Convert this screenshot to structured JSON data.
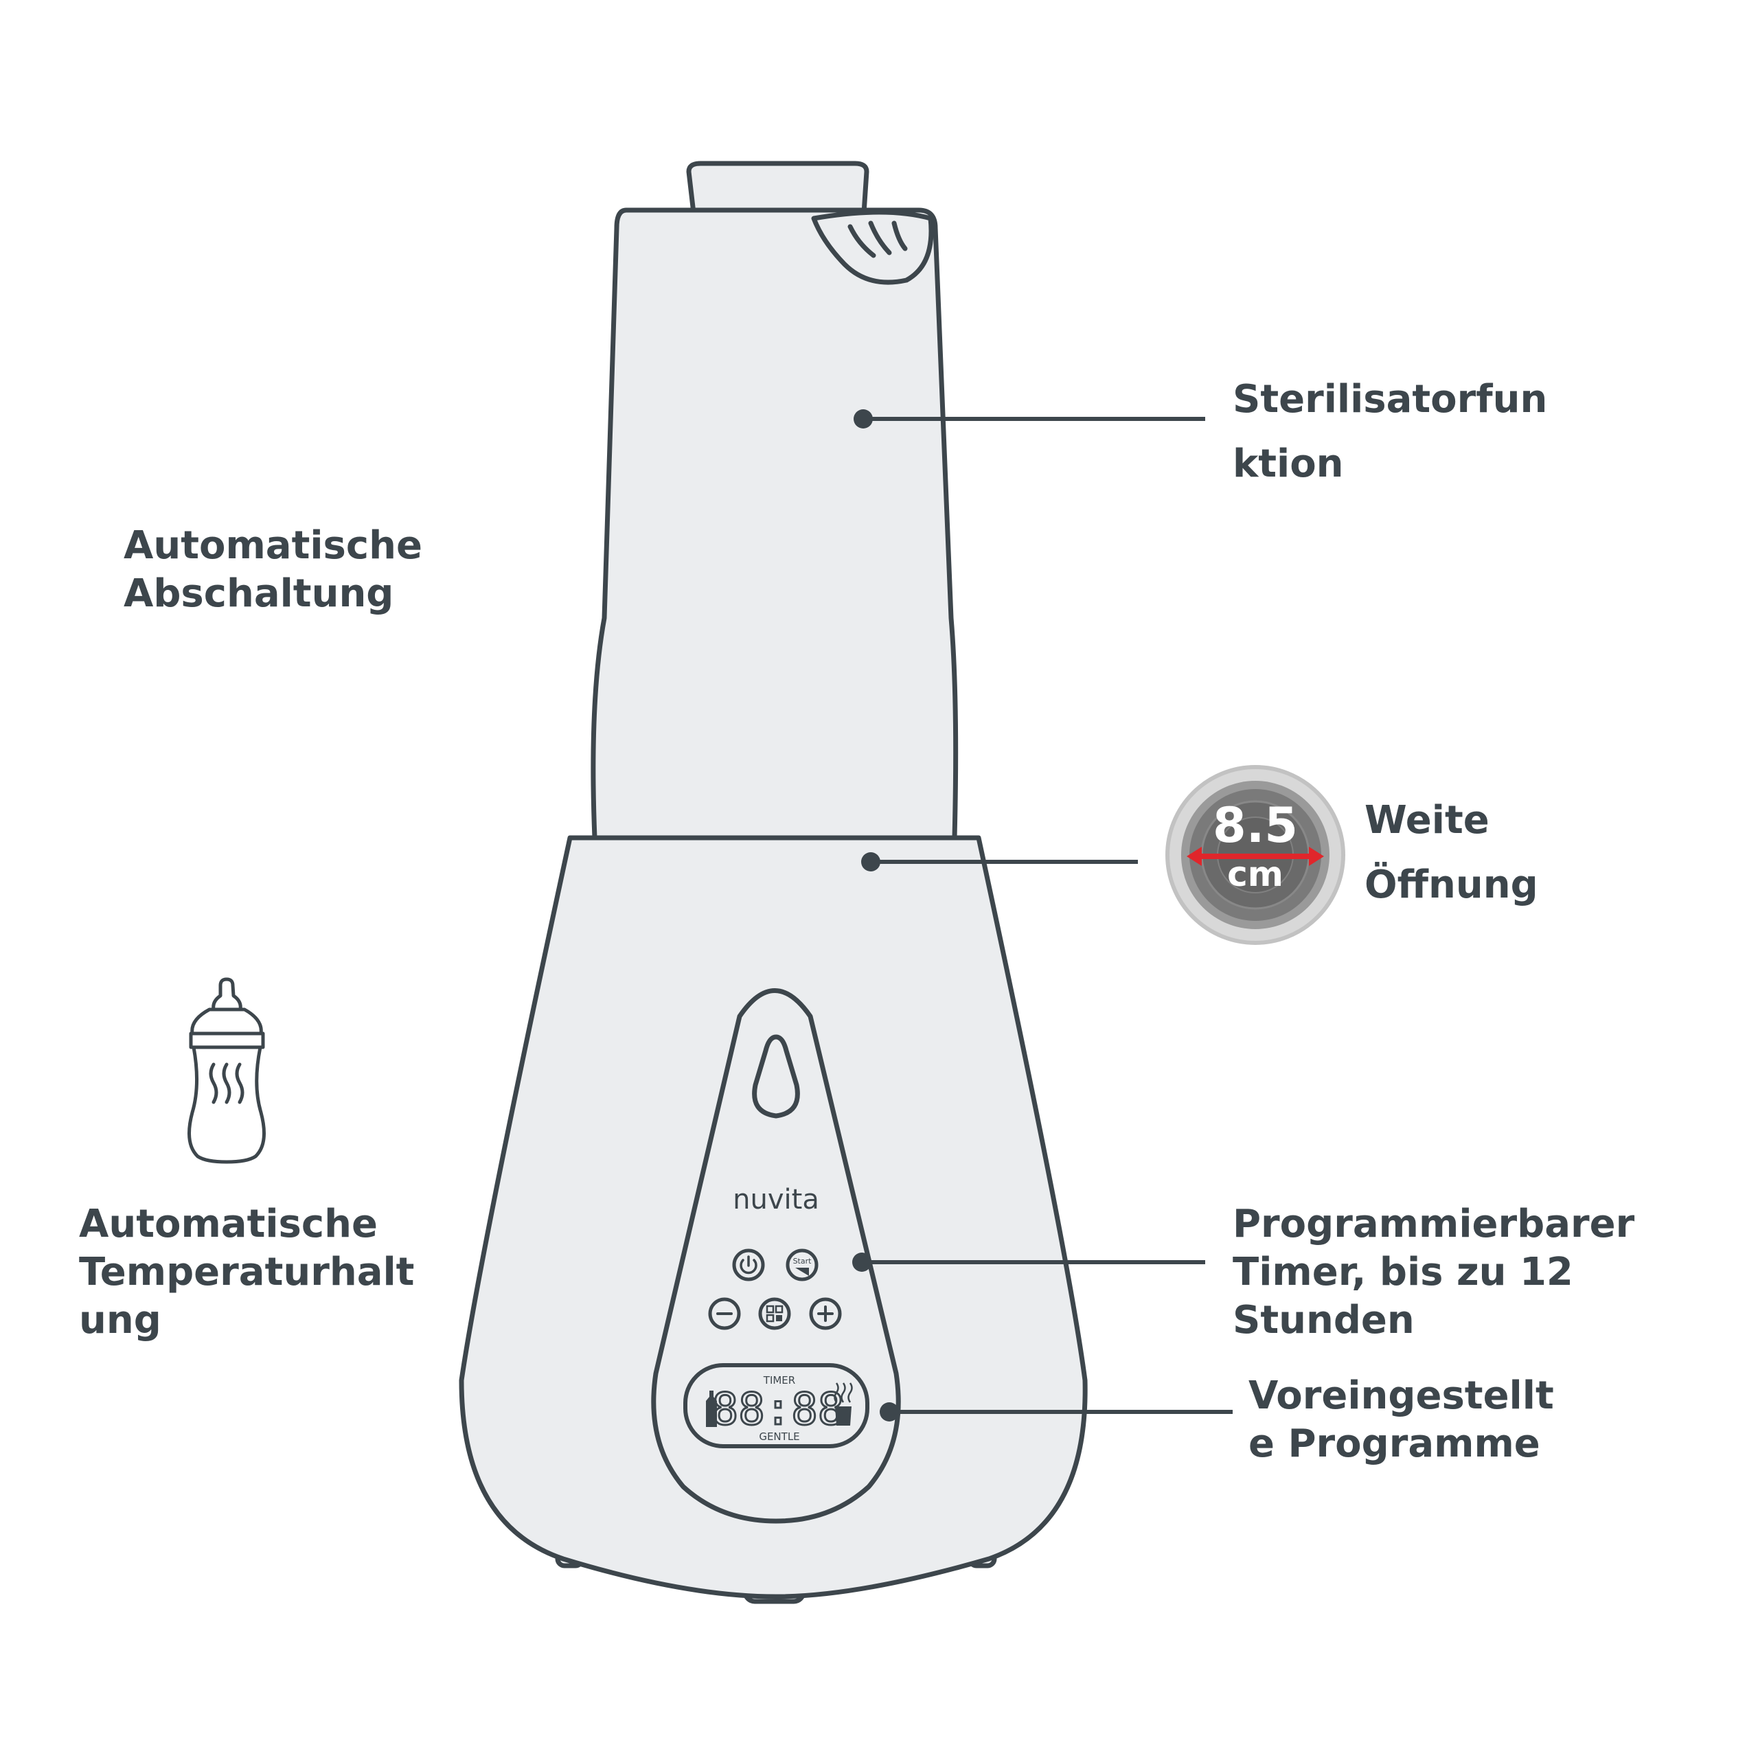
{
  "colors": {
    "stroke": "#3d464c",
    "body_fill": "#ebedef",
    "background": "#ffffff",
    "accent_red": "#e0262b",
    "dial_dark": "#6e6e6e",
    "dial_light": "#c9c9c9"
  },
  "labels": {
    "sterilizer": [
      "Sterilisatorfun",
      "ktion"
    ],
    "auto_off": [
      "Automatische",
      "Abschaltung"
    ],
    "wide_opening": [
      "Weite",
      "Öffnung"
    ],
    "auto_temp": [
      "Automatische",
      "Temperaturhalt",
      "ung"
    ],
    "timer": [
      "Programmierbarer",
      "Timer, bis zu 12",
      "Stunden"
    ],
    "presets": [
      "Voreingestellt",
      "e Programme"
    ]
  },
  "opening": {
    "value": "8.5",
    "unit": "cm"
  },
  "device": {
    "brand": "nuvita",
    "display_top": "TIMER",
    "display_digits": "88:88",
    "display_bottom": "GENTLE",
    "start_button": "Start"
  },
  "icons": [
    "baby-bottle-icon",
    "power-icon",
    "start-icon",
    "minus-icon",
    "program-icon",
    "plus-icon"
  ]
}
